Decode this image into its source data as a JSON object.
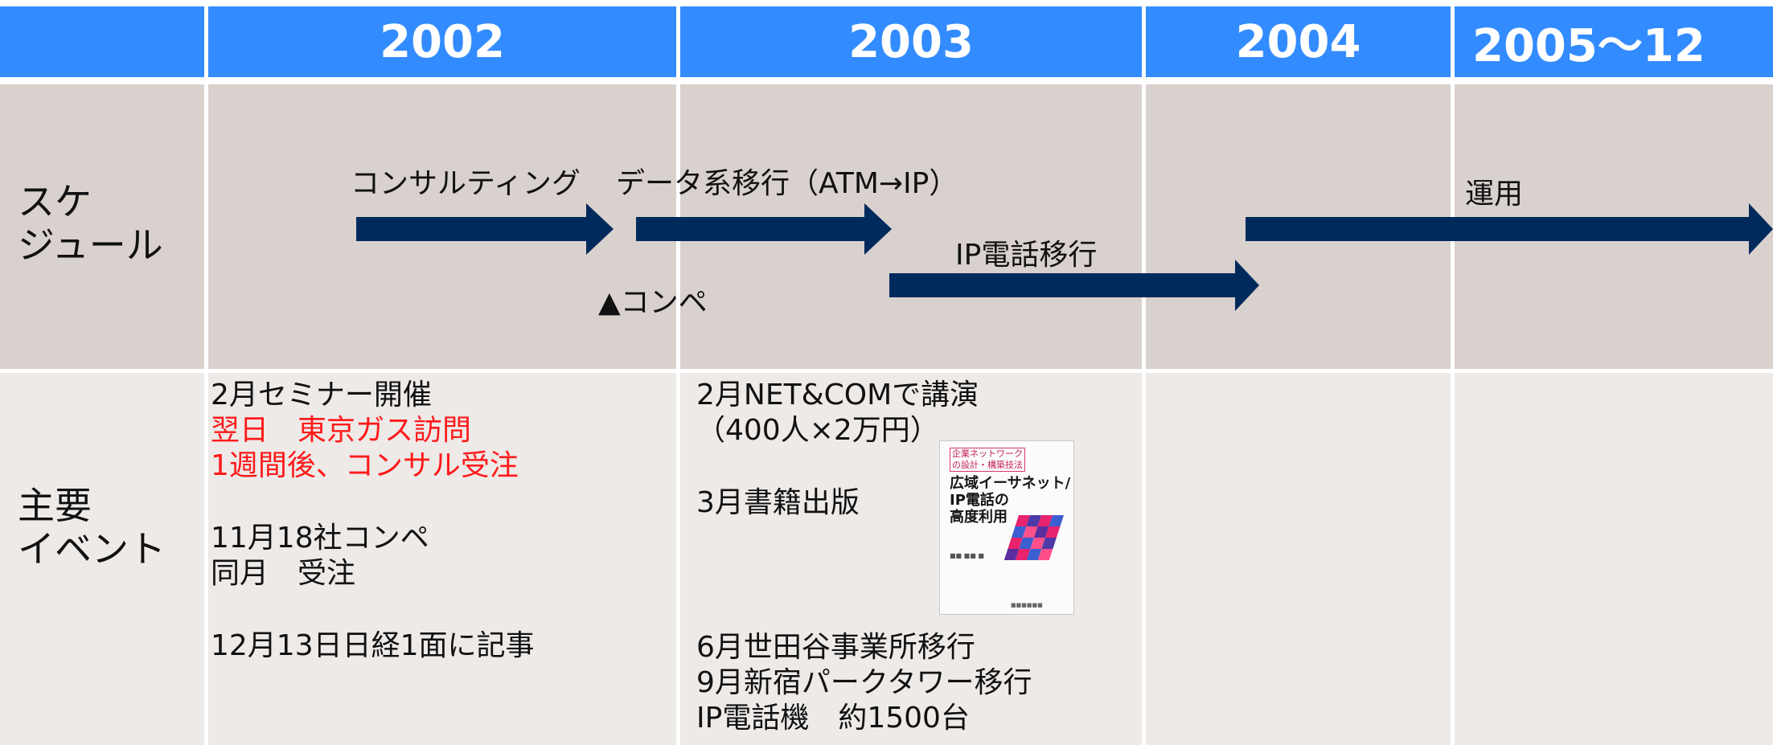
{
  "header": {
    "columns": [
      "2002",
      "2003",
      "2004",
      "2005～12"
    ]
  },
  "rows": {
    "schedule": {
      "label_line1": "スケ",
      "label_line2": "ジュール"
    },
    "events": {
      "label_line1": "主要",
      "label_line2": "イベント"
    }
  },
  "schedule": {
    "consulting": "コンサルティング",
    "data_migration": "データ系移行（ATM→IP）",
    "compe": "▲コンペ",
    "ip_phone_migration": "IP電話移行",
    "operation": "運用"
  },
  "events": {
    "y2002": {
      "seminar": "2月セミナー開催",
      "next_day": "翌日　東京ガス訪問",
      "week_later": "1週間後、コンサル受注",
      "compe18": "11月18社コンペ",
      "same_month": "同月　受注",
      "nikkei": "12月13日日経1面に記事"
    },
    "y2003": {
      "lecture": "2月NET&COMで講演",
      "lecture_detail": "（400人×2万円）",
      "book_pub": "3月書籍出版",
      "setagaya": "6月世田谷事業所移行",
      "shinjuku": "9月新宿パークタワー移行",
      "phones": "IP電話機　約1500台"
    }
  },
  "book": {
    "tag": "企業ネットワーク\nの設計・構築技法",
    "title_line1": "広域イーサネット/",
    "title_line2": "IP電話の",
    "title_line3": "高度利用"
  },
  "colors": {
    "header_bg": "#338cff",
    "schedule_bg": "#d9d1ce",
    "events_bg": "#edeae8",
    "arrow": "#002a5c",
    "highlight": "#ff1a1a"
  }
}
